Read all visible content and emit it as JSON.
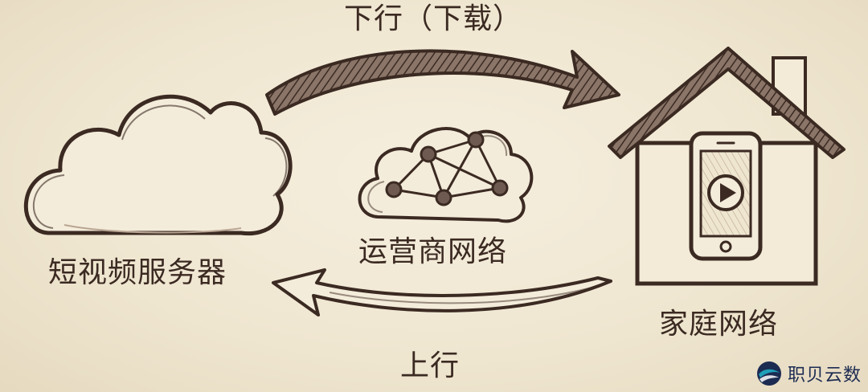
{
  "labels": {
    "download": "下行（下载）",
    "server": "短视频服务器",
    "carrier": "运营商网络",
    "upload": "上行",
    "home": "家庭网络"
  },
  "brand": {
    "text": "职贝云数"
  },
  "colors": {
    "ink": "#3b2a22",
    "paper": "#f3ebd8",
    "brand_navy": "#1c2b52",
    "brand_teal": "#1f9fb8"
  },
  "icons": [
    "cloud-icon",
    "network-cloud-icon",
    "house-icon",
    "smartphone-icon",
    "play-icon",
    "download-arrow-icon",
    "upload-arrow-icon",
    "brand-logo-icon"
  ]
}
